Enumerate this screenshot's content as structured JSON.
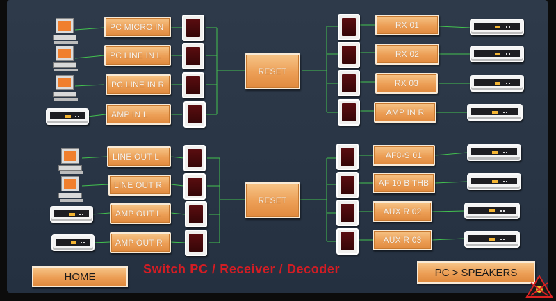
{
  "title": "Switch PC / Receiver / Decoder",
  "nav": {
    "home_label": "HOME",
    "speakers_label": "PC > SPEAKERS"
  },
  "reset_label": "RESET",
  "inputs": [
    {
      "label": "PC MICRO IN",
      "device": "pc-icon"
    },
    {
      "label": "PC LINE IN L",
      "device": "pc-icon"
    },
    {
      "label": "PC LINE IN R",
      "device": "pc-icon"
    },
    {
      "label": "AMP IN L",
      "device": "receiver-icon"
    }
  ],
  "outputs": [
    {
      "label": "LINE OUT L",
      "device": "pc-icon"
    },
    {
      "label": "LINE OUT R",
      "device": "pc-icon"
    },
    {
      "label": "AMP OUT L",
      "device": "receiver-icon"
    },
    {
      "label": "AMP OUT R",
      "device": "receiver-icon"
    }
  ],
  "right_top": [
    {
      "label": "RX 01",
      "device": "receiver-icon"
    },
    {
      "label": "RX 02",
      "device": "receiver-icon"
    },
    {
      "label": "RX 03",
      "device": "receiver-icon"
    },
    {
      "label": "AMP IN R",
      "device": "receiver-icon"
    }
  ],
  "right_bottom": [
    {
      "label": "AF8-S 01",
      "device": "receiver-icon"
    },
    {
      "label": "AF 10 B THB",
      "device": "receiver-icon"
    },
    {
      "label": "AUX R 02",
      "device": "receiver-icon"
    },
    {
      "label": "AUX R 03",
      "device": "receiver-icon"
    }
  ],
  "colors": {
    "button_orange": "#ec9e55",
    "title_red": "#d31d24",
    "switch_dark": "#4a0a0d",
    "wire_green": "#3fbf4a",
    "background": "#2a3646"
  }
}
